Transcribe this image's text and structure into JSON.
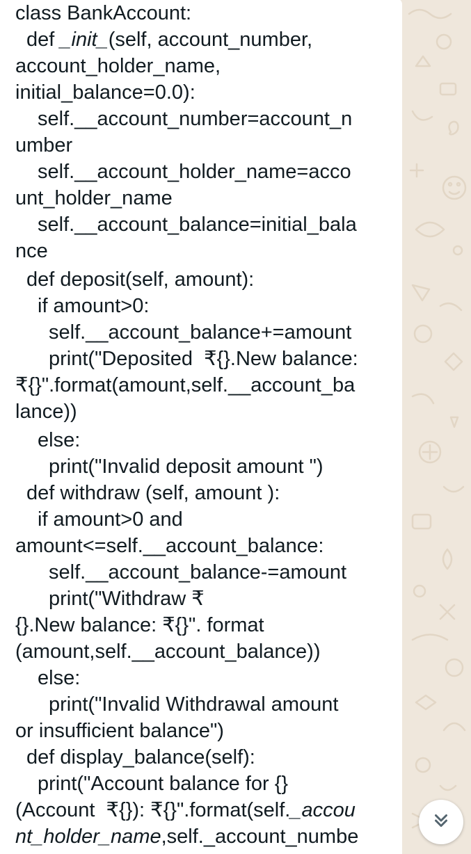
{
  "message": {
    "lines": [
      {
        "text": "class BankAccount:",
        "indent": 0
      },
      {
        "text": "def ",
        "italic": "_init_",
        "rest": "(self, account_number,",
        "indent": 1
      },
      {
        "text": "account_holder_name,",
        "indent": 0
      },
      {
        "text": "initial_balance=0.0):",
        "indent": 0
      },
      {
        "text": "self.__account_number=account_n",
        "indent": 2
      },
      {
        "text": "umber",
        "indent": 0
      },
      {
        "text": "self.__account_holder_name=acco",
        "indent": 2
      },
      {
        "text": "unt_holder_name",
        "indent": 0
      },
      {
        "text": "self.__account_balance=initial_bala",
        "indent": 2
      },
      {
        "text": "nce",
        "indent": 0
      },
      {
        "text": "def deposit(self, amount):",
        "indent": 1
      },
      {
        "text": "if amount>0:",
        "indent": 2
      },
      {
        "text": "self.__account_balance+=amount",
        "indent": 3
      },
      {
        "text": "print(\"Deposited  ₹{}.New balance:",
        "indent": 3
      },
      {
        "text": "₹{}\".format(amount,self.__account_ba",
        "indent": 0
      },
      {
        "text": "lance))",
        "indent": 0
      },
      {
        "text": "else:",
        "indent": 2
      },
      {
        "text": "print(\"Invalid deposit amount \")",
        "indent": 3
      },
      {
        "text": "def withdraw (self, amount ):",
        "indent": 1
      },
      {
        "text": "if amount>0 and",
        "indent": 2
      },
      {
        "text": "amount<=self.__account_balance:",
        "indent": 0
      },
      {
        "text": "self.__account_balance-=amount",
        "indent": 3
      },
      {
        "text": "print(\"Withdraw ₹",
        "indent": 3
      },
      {
        "text": "{}.New balance: ₹{}\". format",
        "indent": 0
      },
      {
        "text": "(amount,self.__account_balance))",
        "indent": 0
      },
      {
        "text": "else:",
        "indent": 2
      },
      {
        "text": "print(\"Invalid Withdrawal amount",
        "indent": 3
      },
      {
        "text": "or insufficient balance\")",
        "indent": 0
      },
      {
        "text": "def display_balance(self):",
        "indent": 1
      },
      {
        "text": "print(\"Account balance for {}",
        "indent": 2
      },
      {
        "text": "(Account  ₹{}): ₹{}\".format(self.",
        "italic": "_accou",
        "indent": 0
      },
      {
        "text": "",
        "italic": "nt_holder_name",
        "rest": ",self._account_numbe",
        "indent": 0
      }
    ]
  },
  "colors": {
    "bubble": "#ffffff",
    "text": "#111b21",
    "wallpaper": "#efe7dc",
    "doodle": "#e2d6c5",
    "scroll_button_icon": "#54656f"
  },
  "icons": {
    "scroll_down": "double-chevron-down-icon"
  }
}
